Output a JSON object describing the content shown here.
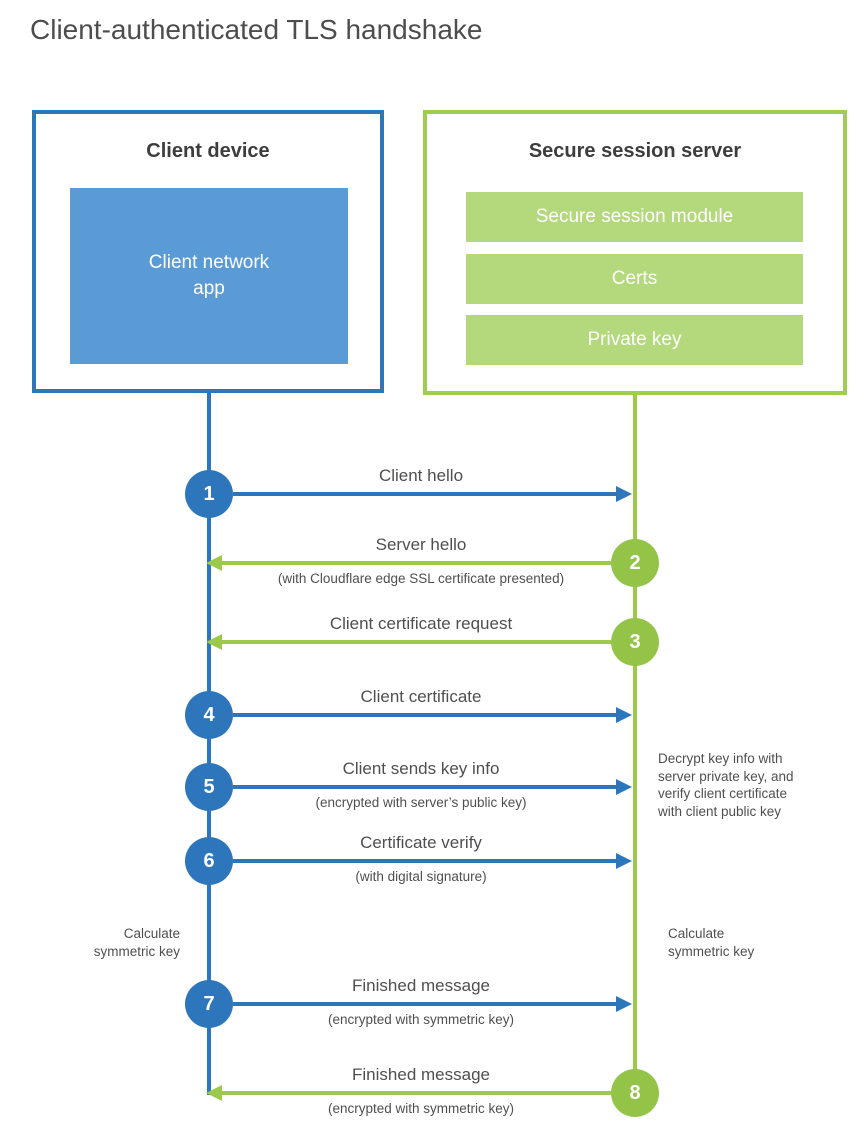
{
  "title": "Client-authenticated TLS handshake",
  "colors": {
    "blue_primary": "#2e76bb",
    "blue_fill": "#5b9bd5",
    "green_primary": "#9cc94b",
    "green_circle": "#93c447",
    "green_fill": "#b4d87c",
    "text_gray": "#4f4f4f"
  },
  "client_box": {
    "title": "Client device",
    "app_lines": [
      "Client network",
      "app"
    ]
  },
  "server_box": {
    "title": "Secure session server",
    "modules": [
      "Secure session module",
      "Certs",
      "Private key"
    ]
  },
  "messages": [
    {
      "step": "1",
      "label": "Client hello",
      "sub": "",
      "direction": "right",
      "color": "blue"
    },
    {
      "step": "2",
      "label": "Server hello",
      "sub": "(with Cloudflare edge SSL certificate presented)",
      "direction": "left",
      "color": "green"
    },
    {
      "step": "3",
      "label": "Client certificate request",
      "sub": "",
      "direction": "left",
      "color": "green"
    },
    {
      "step": "4",
      "label": "Client certificate",
      "sub": "",
      "direction": "right",
      "color": "blue"
    },
    {
      "step": "5",
      "label": "Client sends key info",
      "sub": "(encrypted with server’s public key)",
      "direction": "right",
      "color": "blue"
    },
    {
      "step": "6",
      "label": "Certificate verify",
      "sub": "(with digital signature)",
      "direction": "right",
      "color": "blue"
    },
    {
      "step": "7",
      "label": "Finished message",
      "sub": "(encrypted with symmetric key)",
      "direction": "right",
      "color": "blue"
    },
    {
      "step": "8",
      "label": "Finished message",
      "sub": "(encrypted with symmetric key)",
      "direction": "left",
      "color": "green"
    }
  ],
  "notes": {
    "decrypt_lines": [
      "Decrypt key info with",
      "server private key, and",
      "verify client certificate",
      "with client public key"
    ],
    "calc_left_lines": [
      "Calculate",
      "symmetric key"
    ],
    "calc_right_lines": [
      "Calculate",
      "symmetric key"
    ]
  }
}
